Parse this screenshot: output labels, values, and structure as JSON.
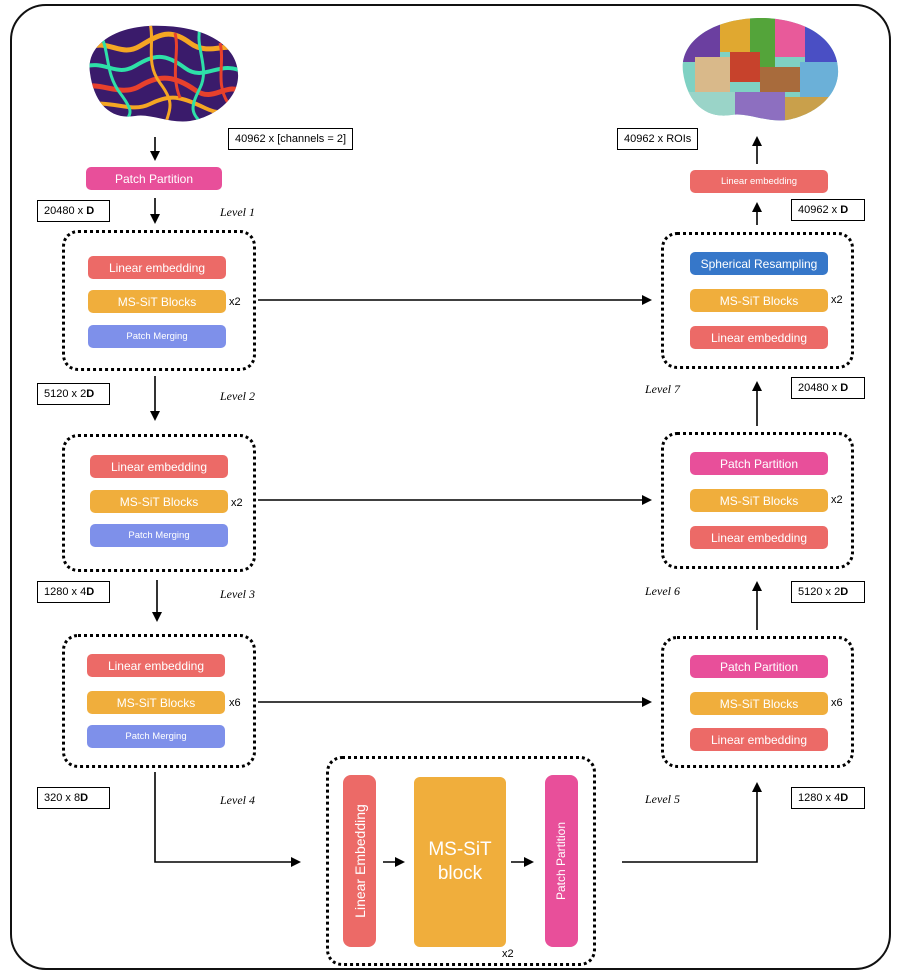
{
  "top_left": {
    "dim_label": "40962 x [channels = 2]",
    "patch_partition": "Patch Partition",
    "dim_after_partition": "20480 x ",
    "dim_after_partition_bold": "D"
  },
  "levels": {
    "level1": "Level 1",
    "level2": "Level 2",
    "level3": "Level 3",
    "level4": "Level 4",
    "level5": "Level 5",
    "level6": "Level 6",
    "level7": "Level 7"
  },
  "encoder": {
    "block1": {
      "linear": "Linear embedding",
      "msit": "MS-SiT Blocks",
      "merge": "Patch Merging",
      "mult": "x2"
    },
    "block2": {
      "linear": "Linear embedding",
      "msit": "MS-SiT Blocks",
      "merge": "Patch Merging",
      "mult": "x2"
    },
    "block3": {
      "linear": "Linear embedding",
      "msit": "MS-SiT Blocks",
      "merge": "Patch Merging",
      "mult": "x6"
    },
    "dim2": {
      "text": "5120 x 2",
      "bold": "D"
    },
    "dim3": {
      "text": "1280 x 4",
      "bold": "D"
    },
    "dim4": {
      "text": "320 x 8",
      "bold": "D"
    }
  },
  "bottleneck": {
    "linear": "Linear Embedding",
    "msit": "MS-SiT block",
    "partition": "Patch Partition",
    "mult": "x2"
  },
  "decoder": {
    "block5": {
      "partition": "Patch Partition",
      "msit": "MS-SiT Blocks",
      "linear": "Linear embedding",
      "mult": "x6"
    },
    "block6": {
      "partition": "Patch Partition",
      "msit": "MS-SiT Blocks",
      "linear": "Linear embedding",
      "mult": "x2"
    },
    "block7": {
      "resample": "Spherical Resampling",
      "msit": "MS-SiT Blocks",
      "linear": "Linear embedding",
      "mult": "x2"
    },
    "dim5": {
      "text": "1280 x 4",
      "bold": "D"
    },
    "dim6": {
      "text": "5120 x 2",
      "bold": "D"
    },
    "dim7": {
      "text": "20480 x ",
      "bold": "D"
    },
    "dim_top": {
      "text": "40962 x ",
      "bold": "D"
    },
    "linear_top": "Linear embedding",
    "output_dim": "40962 x ROIs"
  },
  "colors": {
    "linear": "#ec6a67",
    "msit": "#f0ae3c",
    "merge": "#7e90ea",
    "resample": "#3677c9",
    "partition": "#e84f9a"
  },
  "images": {
    "input_brain": "brain-curvature-map",
    "output_brain": "brain-parcellation-map"
  }
}
